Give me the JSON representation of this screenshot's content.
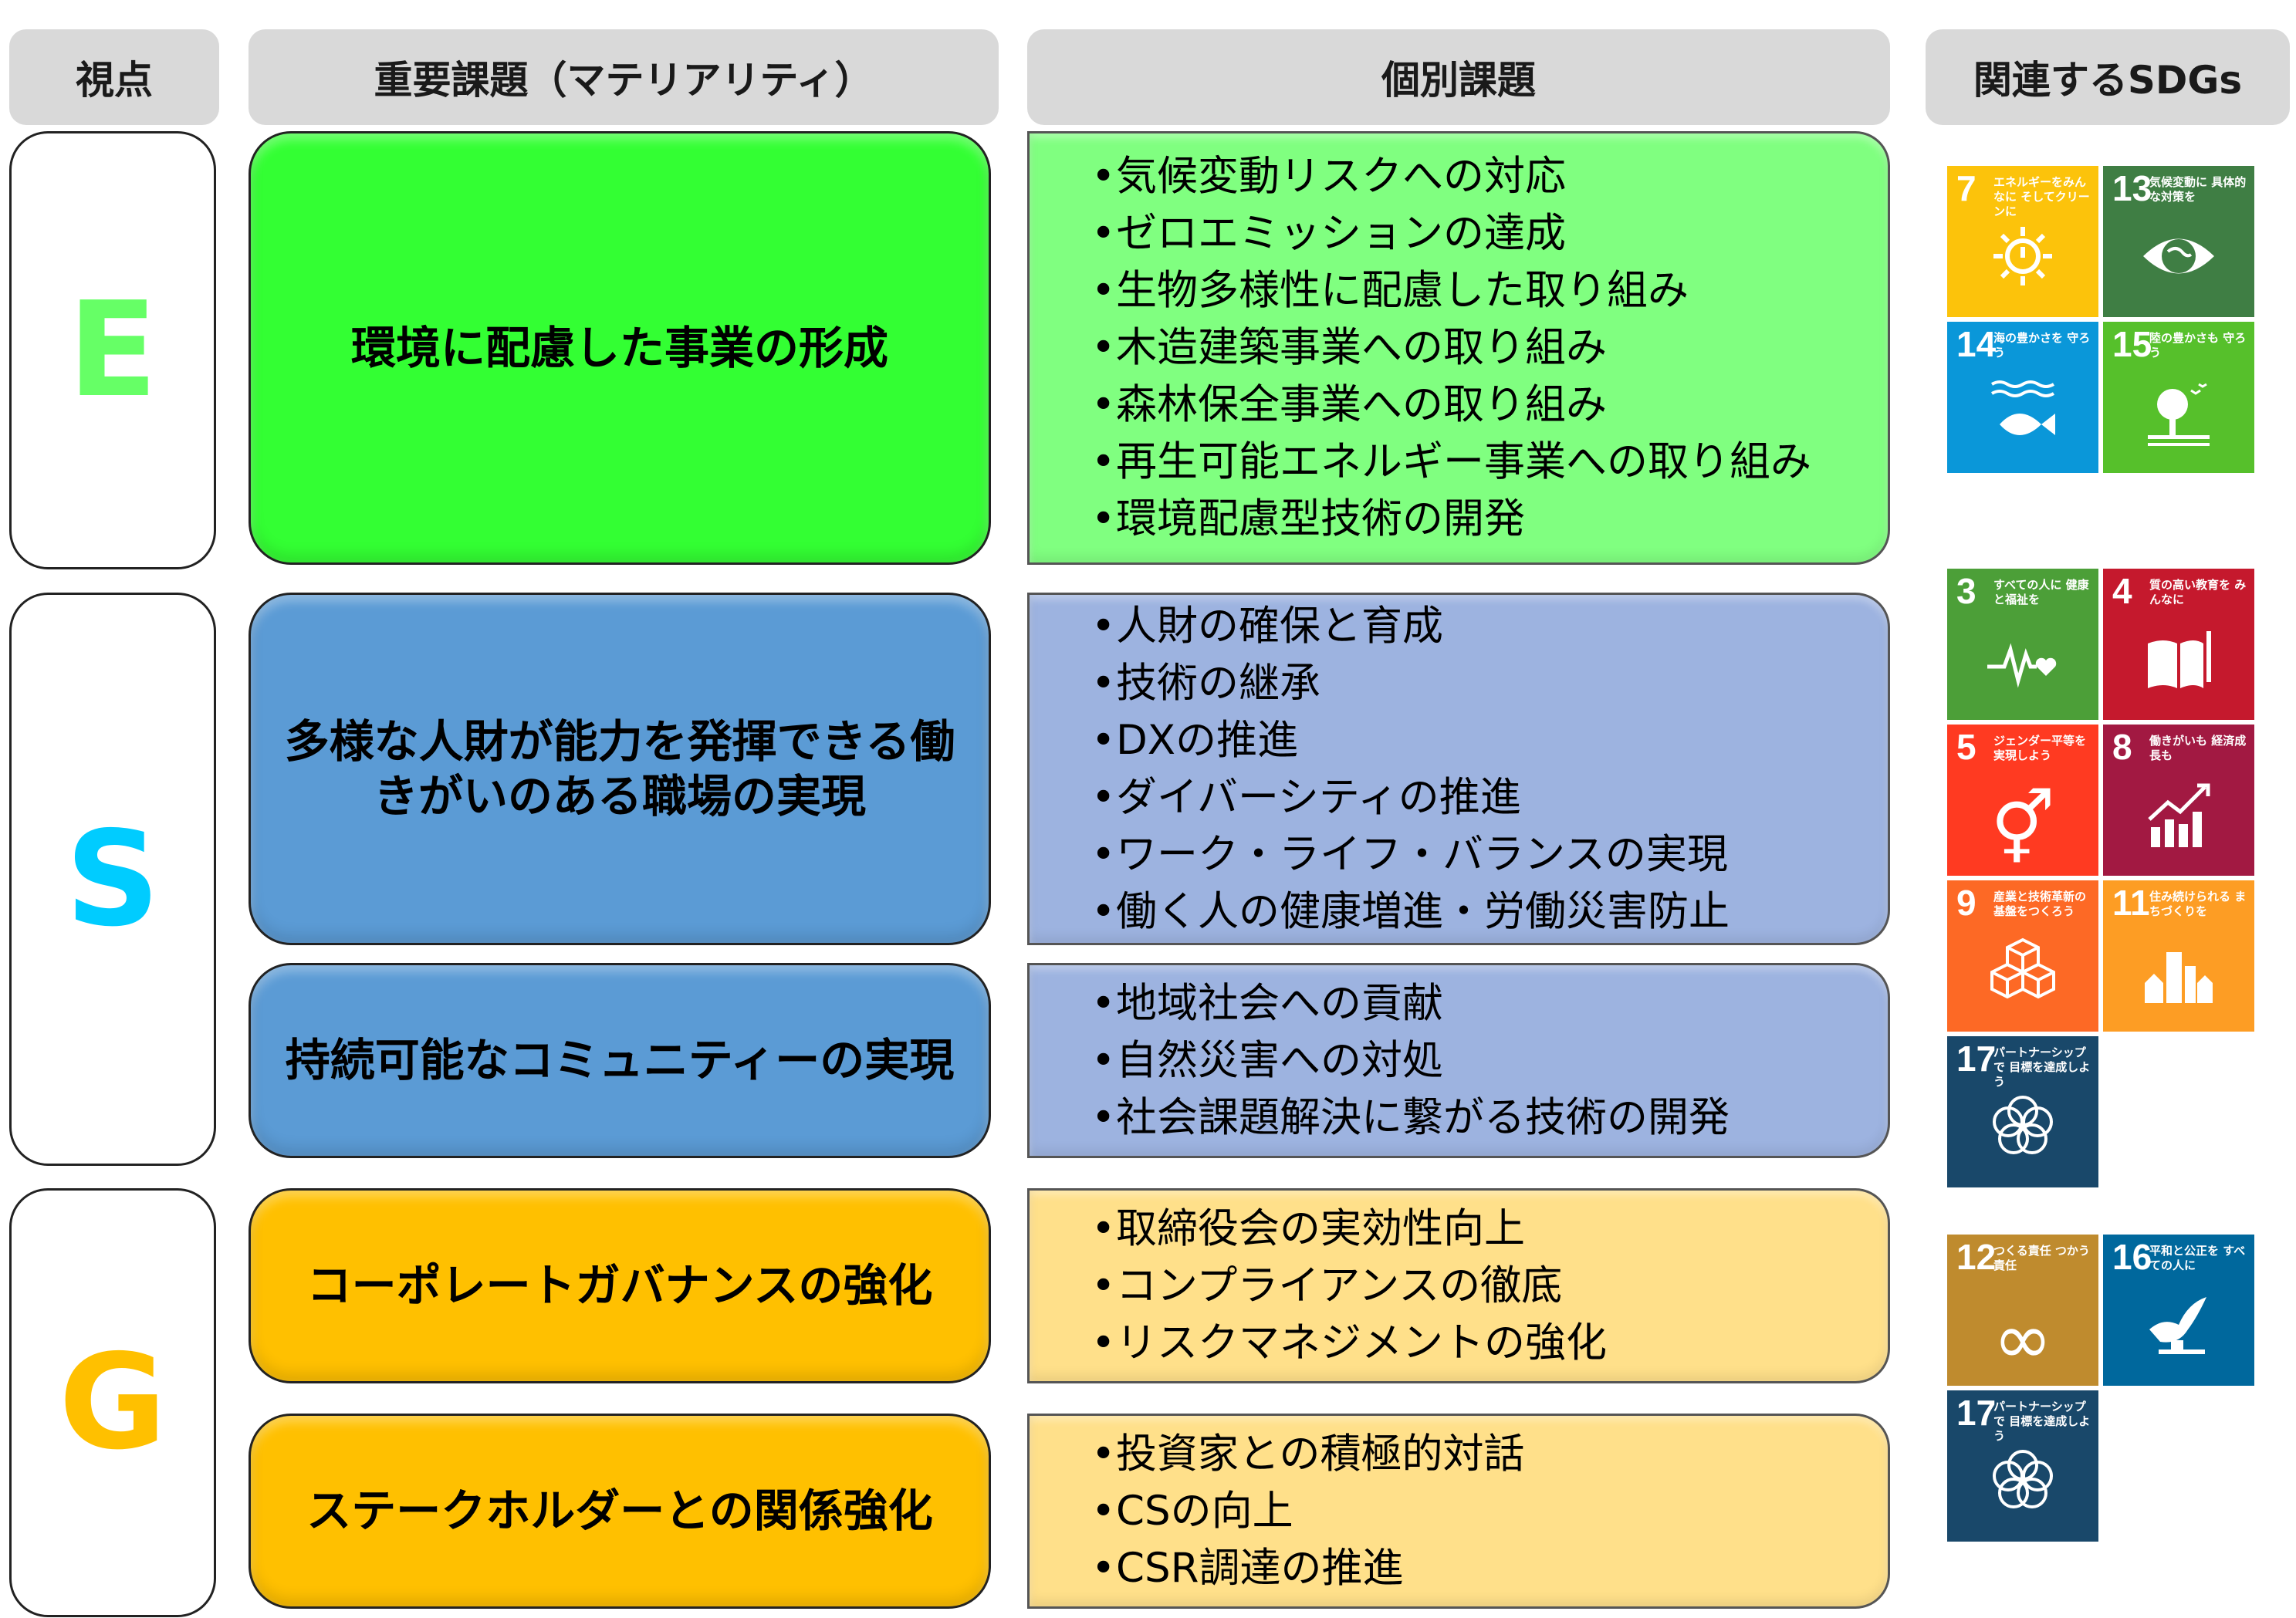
{
  "headers": {
    "viewpoint": "視点",
    "materiality": "重要課題（マテリアリティ）",
    "issues": "個別課題",
    "sdgs": "関連するSDGs"
  },
  "colors": {
    "E": "#66ff66",
    "S": "#00ccff",
    "G": "#ffc000",
    "mat_E": "#33ff33",
    "mat_S": "#5b9bd5",
    "mat_G": "#ffc000",
    "det_E": "#80ff80",
    "det_S": "#9db3e0",
    "det_G": "#ffe08a"
  },
  "viewpoints": {
    "E": "E",
    "S": "S",
    "G": "G"
  },
  "materialities": [
    {
      "label": "環境に配慮した事業の形成",
      "items": [
        "気候変動リスクへの対応",
        "ゼロエミッションの達成",
        "生物多様性に配慮した取り組み",
        "木造建築事業への取り組み",
        "森林保全事業への取り組み",
        "再生可能エネルギー事業への取り組み",
        "環境配慮型技術の開発"
      ]
    },
    {
      "label": "多様な人財が能力を発揮できる働きがいのある職場の実現",
      "items": [
        "人財の確保と育成",
        "技術の継承",
        "DXの推進",
        "ダイバーシティの推進",
        "ワーク・ライフ・バランスの実現",
        "働く人の健康増進・労働災害防止"
      ]
    },
    {
      "label": "持続可能なコミュニティーの実現",
      "items": [
        "地域社会への貢献",
        "自然災害への対処",
        "社会課題解決に繋がる技術の開発"
      ]
    },
    {
      "label": "コーポレートガバナンスの強化",
      "items": [
        "取締役会の実効性向上",
        "コンプライアンスの徹底",
        "リスクマネジメントの強化"
      ]
    },
    {
      "label": "ステークホルダーとの関係強化",
      "items": [
        "投資家との積極的対話",
        "CSの向上",
        "CSR調達の推進"
      ]
    }
  ],
  "sdgs": {
    "g7": {
      "num": "7",
      "caption": "エネルギーをみんなに そしてクリーンに",
      "icon": "sun-power-icon",
      "color": "#fcc30b"
    },
    "g13": {
      "num": "13",
      "caption": "気候変動に 具体的な対策を",
      "icon": "eye-globe-icon",
      "color": "#3f7e44"
    },
    "g14": {
      "num": "14",
      "caption": "海の豊かさを 守ろう",
      "icon": "fish-icon",
      "color": "#0a97d9"
    },
    "g15": {
      "num": "15",
      "caption": "陸の豊かさも 守ろう",
      "icon": "tree-icon",
      "color": "#56c02b"
    },
    "g3": {
      "num": "3",
      "caption": "すべての人に 健康と福祉を",
      "icon": "heartbeat-icon",
      "color": "#4c9f38"
    },
    "g4": {
      "num": "4",
      "caption": "質の高い教育を みんなに",
      "icon": "book-icon",
      "color": "#c5192d"
    },
    "g5": {
      "num": "5",
      "caption": "ジェンダー平等を 実現しよう",
      "icon": "gender-icon",
      "color": "#ff3a21"
    },
    "g8": {
      "num": "8",
      "caption": "働きがいも 経済成長も",
      "icon": "growth-chart-icon",
      "color": "#a21942"
    },
    "g9": {
      "num": "9",
      "caption": "産業と技術革新の 基盤をつくろう",
      "icon": "cubes-icon",
      "color": "#fd6925"
    },
    "g11": {
      "num": "11",
      "caption": "住み続けられる まちづくりを",
      "icon": "city-icon",
      "color": "#fd9d24"
    },
    "g17a": {
      "num": "17",
      "caption": "パートナーシップで 目標を達成しよう",
      "icon": "flower-rings-icon",
      "color": "#19486a"
    },
    "g12": {
      "num": "12",
      "caption": "つくる責任 つかう責任",
      "icon": "infinity-icon",
      "color": "#bf8b2e"
    },
    "g16": {
      "num": "16",
      "caption": "平和と公正を すべての人に",
      "icon": "dove-icon",
      "color": "#00689d"
    },
    "g17b": {
      "num": "17",
      "caption": "パートナーシップで 目標を達成しよう",
      "icon": "flower-rings-icon",
      "color": "#19486a"
    }
  },
  "icon_glyphs": {
    "infinity": "∞",
    "gender": "⚥"
  }
}
